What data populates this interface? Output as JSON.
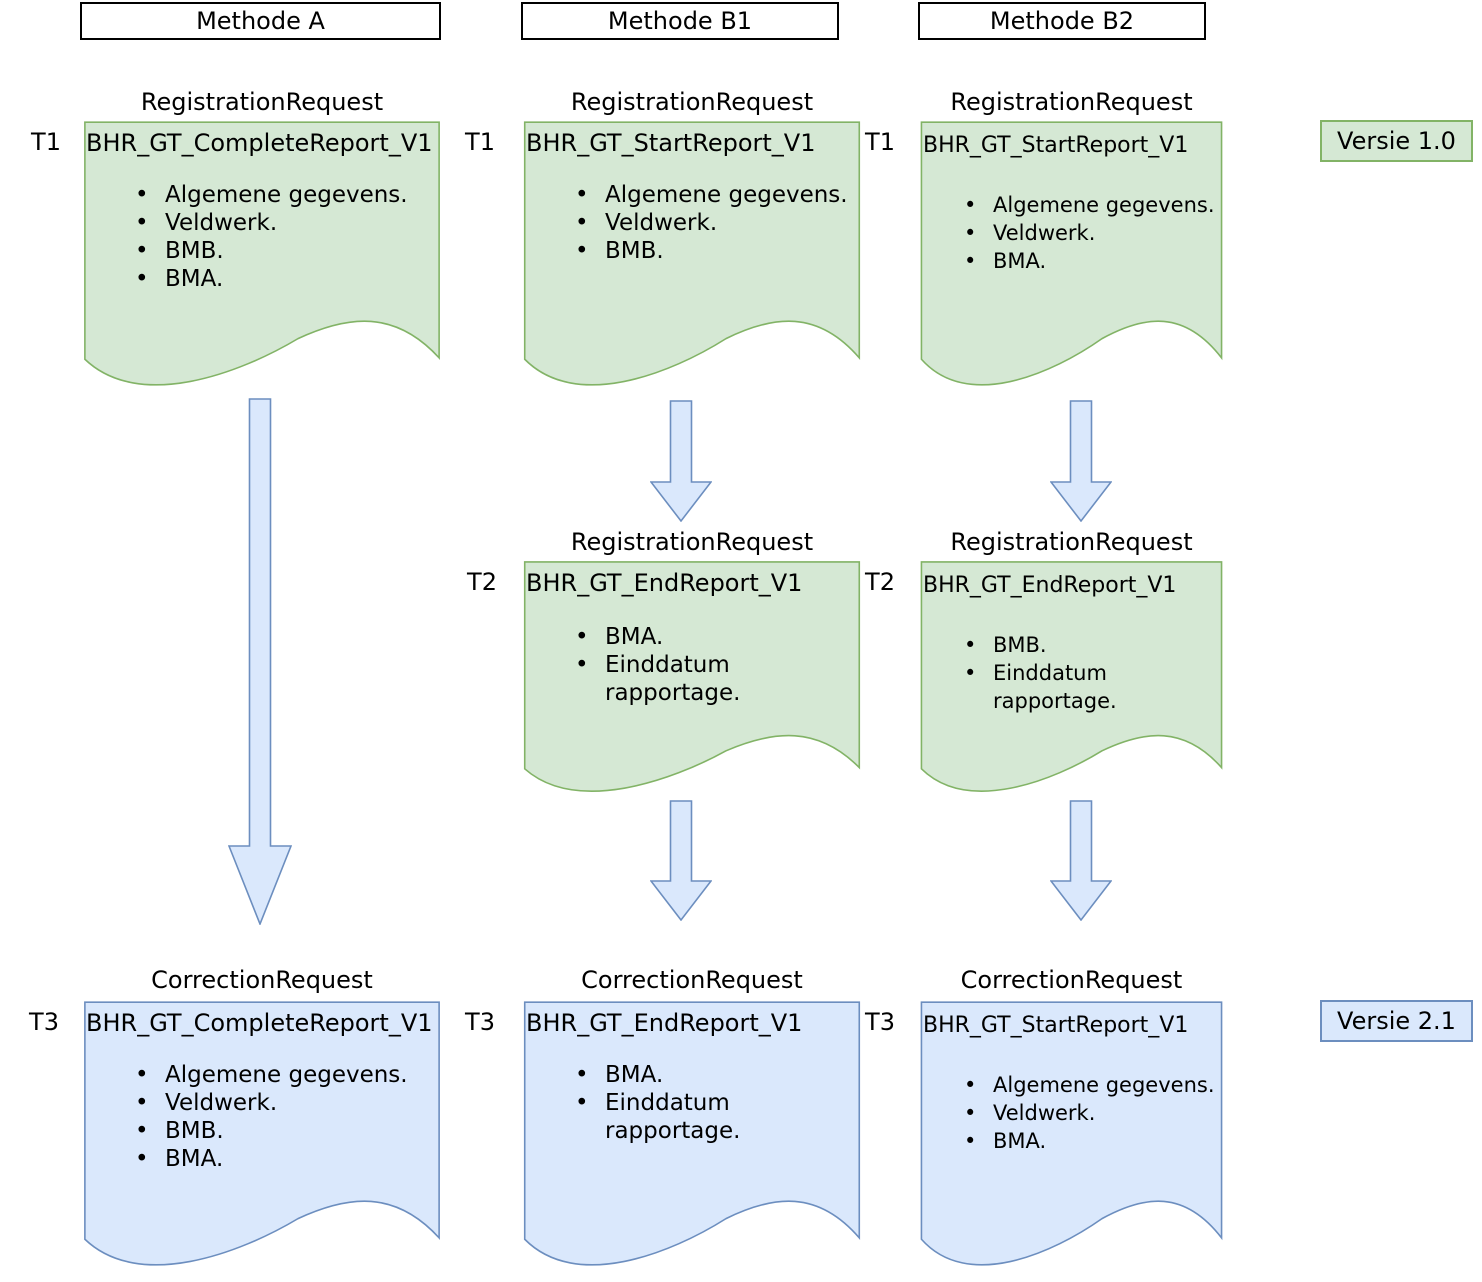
{
  "colors": {
    "doc_green_fill": "#d5e8d4",
    "doc_green_stroke": "#82b366",
    "doc_blue_fill": "#dae8fc",
    "doc_blue_stroke": "#6c8ebf",
    "arrow_fill": "#dae8fc",
    "arrow_stroke": "#6c8ebf"
  },
  "glyphs": {
    "bullet": "•"
  },
  "method_headers": [
    {
      "label": "Methode A"
    },
    {
      "label": "Methode B1"
    },
    {
      "label": "Methode B2"
    }
  ],
  "version_badges": [
    {
      "label": "Versie 1.0"
    },
    {
      "label": "Versie 2.1"
    }
  ],
  "documents": [
    {
      "request_type": "RegistrationRequest",
      "time_label": "T1",
      "title": "BHR_GT_CompleteReport_V1",
      "bullets": [
        "Algemene gegevens.",
        "Veldwerk.",
        "BMB.",
        "BMA."
      ]
    },
    {
      "request_type": "RegistrationRequest",
      "time_label": "T1",
      "title": "BHR_GT_StartReport_V1",
      "bullets": [
        "Algemene gegevens.",
        "Veldwerk.",
        "BMB."
      ]
    },
    {
      "request_type": "RegistrationRequest",
      "time_label": "T1",
      "title": "BHR_GT_StartReport_V1",
      "bullets": [
        "Algemene gegevens.",
        "Veldwerk.",
        "BMA."
      ]
    },
    {
      "request_type": "RegistrationRequest",
      "time_label": "T2",
      "title": "BHR_GT_EndReport_V1",
      "bullets": [
        "BMA.",
        "Einddatum rapportage."
      ]
    },
    {
      "request_type": "RegistrationRequest",
      "time_label": "T2",
      "title": "BHR_GT_EndReport_V1",
      "bullets": [
        "BMB.",
        "Einddatum rapportage."
      ]
    },
    {
      "request_type": "CorrectionRequest",
      "time_label": "T3",
      "title": "BHR_GT_CompleteReport_V1",
      "bullets": [
        "Algemene gegevens.",
        "Veldwerk.",
        "BMB.",
        "BMA."
      ]
    },
    {
      "request_type": "CorrectionRequest",
      "time_label": "T3",
      "title": "BHR_GT_EndReport_V1",
      "bullets": [
        "BMA.",
        "Einddatum rapportage."
      ]
    },
    {
      "request_type": "CorrectionRequest",
      "time_label": "T3",
      "title": "BHR_GT_StartReport_V1",
      "bullets": [
        "Algemene gegevens.",
        "Veldwerk.",
        "BMA."
      ]
    }
  ]
}
